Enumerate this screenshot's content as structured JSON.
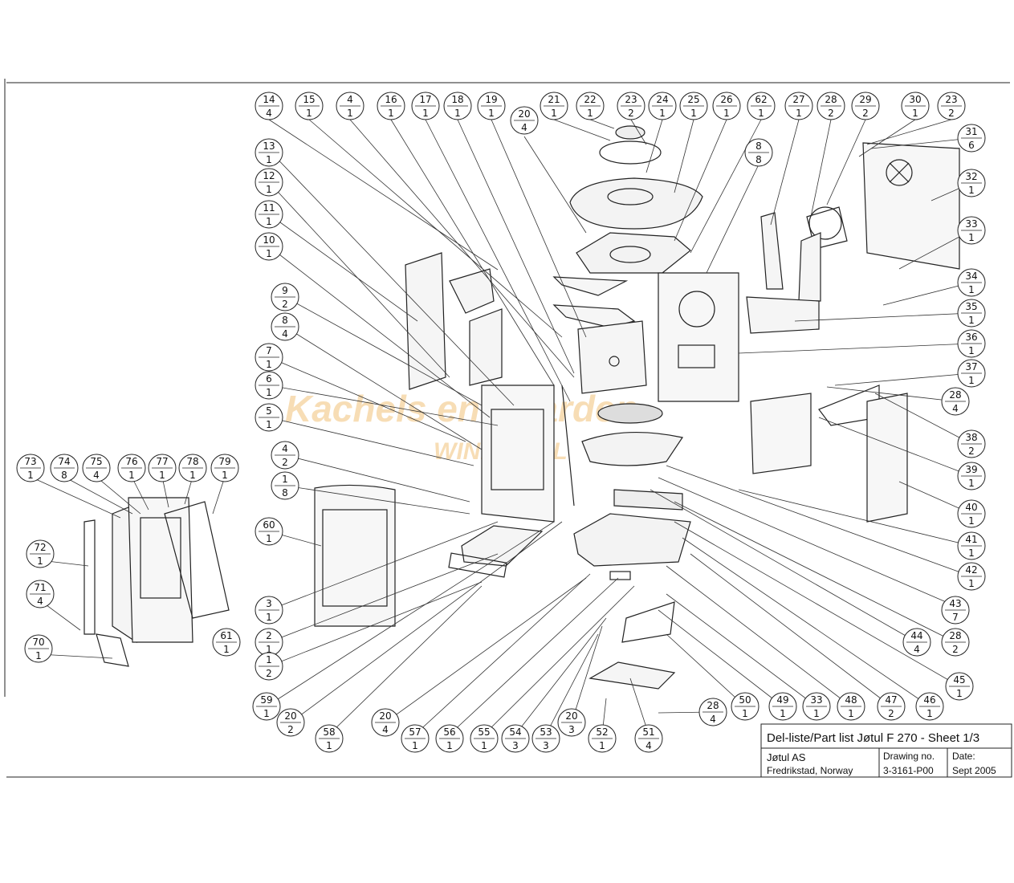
{
  "title_block": {
    "title": "Del-liste/Part list Jøtul F 270 - Sheet 1/3",
    "company": "Jøtul AS",
    "location": "Fredrikstad, Norway",
    "drawing_label": "Drawing no.",
    "drawing_no": "3-3161-P00",
    "date_label": "Date:",
    "date": "Sept 2005"
  },
  "watermark": {
    "line1": "Kachels en Haarden",
    "line2": "WINKEL.NL",
    "color": "#f2c27a"
  },
  "callouts": [
    {
      "n": "14",
      "q": "4"
    },
    {
      "n": "15",
      "q": "1"
    },
    {
      "n": "4",
      "q": "1"
    },
    {
      "n": "16",
      "q": "1"
    },
    {
      "n": "17",
      "q": "1"
    },
    {
      "n": "18",
      "q": "1"
    },
    {
      "n": "19",
      "q": "1"
    },
    {
      "n": "20",
      "q": "4"
    },
    {
      "n": "21",
      "q": "1"
    },
    {
      "n": "22",
      "q": "1"
    },
    {
      "n": "23",
      "q": "2"
    },
    {
      "n": "24",
      "q": "1"
    },
    {
      "n": "25",
      "q": "1"
    },
    {
      "n": "26",
      "q": "1"
    },
    {
      "n": "62",
      "q": "1"
    },
    {
      "n": "8",
      "q": "8"
    },
    {
      "n": "27",
      "q": "1"
    },
    {
      "n": "28",
      "q": "2"
    },
    {
      "n": "29",
      "q": "2"
    },
    {
      "n": "30",
      "q": "1"
    },
    {
      "n": "23",
      "q": "2"
    },
    {
      "n": "31",
      "q": "6"
    },
    {
      "n": "32",
      "q": "1"
    },
    {
      "n": "33",
      "q": "1"
    },
    {
      "n": "34",
      "q": "1"
    },
    {
      "n": "35",
      "q": "1"
    },
    {
      "n": "36",
      "q": "1"
    },
    {
      "n": "37",
      "q": "1"
    },
    {
      "n": "28",
      "q": "4"
    },
    {
      "n": "38",
      "q": "2"
    },
    {
      "n": "39",
      "q": "1"
    },
    {
      "n": "40",
      "q": "1"
    },
    {
      "n": "41",
      "q": "1"
    },
    {
      "n": "42",
      "q": "1"
    },
    {
      "n": "43",
      "q": "7"
    },
    {
      "n": "44",
      "q": "4"
    },
    {
      "n": "28",
      "q": "2"
    },
    {
      "n": "45",
      "q": "1"
    },
    {
      "n": "46",
      "q": "1"
    },
    {
      "n": "47",
      "q": "2"
    },
    {
      "n": "48",
      "q": "1"
    },
    {
      "n": "33",
      "q": "1"
    },
    {
      "n": "49",
      "q": "1"
    },
    {
      "n": "50",
      "q": "1"
    },
    {
      "n": "28",
      "q": "4"
    },
    {
      "n": "51",
      "q": "4"
    },
    {
      "n": "52",
      "q": "1"
    },
    {
      "n": "20",
      "q": "3"
    },
    {
      "n": "53",
      "q": "3"
    },
    {
      "n": "54",
      "q": "3"
    },
    {
      "n": "55",
      "q": "1"
    },
    {
      "n": "56",
      "q": "1"
    },
    {
      "n": "57",
      "q": "1"
    },
    {
      "n": "20",
      "q": "4"
    },
    {
      "n": "58",
      "q": "1"
    },
    {
      "n": "20",
      "q": "2"
    },
    {
      "n": "59",
      "q": "1"
    },
    {
      "n": "13",
      "q": "1"
    },
    {
      "n": "12",
      "q": "1"
    },
    {
      "n": "11",
      "q": "1"
    },
    {
      "n": "10",
      "q": "1"
    },
    {
      "n": "9",
      "q": "2"
    },
    {
      "n": "8",
      "q": "4"
    },
    {
      "n": "7",
      "q": "1"
    },
    {
      "n": "6",
      "q": "1"
    },
    {
      "n": "5",
      "q": "1"
    },
    {
      "n": "4",
      "q": "2"
    },
    {
      "n": "1",
      "q": "8"
    },
    {
      "n": "60",
      "q": "1"
    },
    {
      "n": "3",
      "q": "1"
    },
    {
      "n": "2",
      "q": "1"
    },
    {
      "n": "1",
      "q": "2"
    },
    {
      "n": "61",
      "q": "1"
    },
    {
      "n": "73",
      "q": "1"
    },
    {
      "n": "74",
      "q": "8"
    },
    {
      "n": "75",
      "q": "4"
    },
    {
      "n": "76",
      "q": "1"
    },
    {
      "n": "77",
      "q": "1"
    },
    {
      "n": "78",
      "q": "1"
    },
    {
      "n": "79",
      "q": "1"
    },
    {
      "n": "72",
      "q": "1"
    },
    {
      "n": "71",
      "q": "4"
    },
    {
      "n": "70",
      "q": "1"
    }
  ]
}
